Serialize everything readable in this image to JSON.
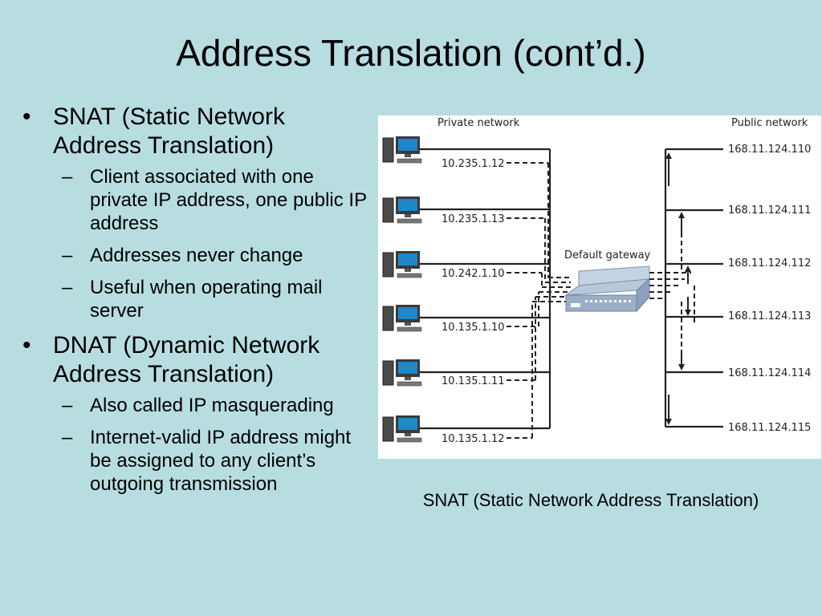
{
  "slide": {
    "title": "Address Translation (cont’d.)"
  },
  "bullets": [
    {
      "marker": "•",
      "text": "SNAT (Static Network Address Translation)",
      "subs": [
        {
          "marker": "–",
          "text": "Client associated with one private IP address, one public IP address"
        },
        {
          "marker": "–",
          "text": "Addresses never change"
        },
        {
          "marker": "–",
          "text": "Useful when operating mail server"
        }
      ]
    },
    {
      "marker": "•",
      "text": "DNAT (Dynamic Network Address Translation)",
      "subs": [
        {
          "marker": "–",
          "text": "Also called IP masquerading"
        },
        {
          "marker": "–",
          "text": "Internet-valid IP address might be assigned to any client’s outgoing transmission"
        }
      ]
    }
  ],
  "diagram": {
    "private_label": "Private network",
    "public_label": "Public network",
    "gateway_label": "Default gateway",
    "private_ips": [
      "10.235.1.12",
      "10.235.1.13",
      "10.242.1.10",
      "10.135.1.10",
      "10.135.1.11",
      "10.135.1.12"
    ],
    "public_ips": [
      "168.11.124.110",
      "168.11.124.111",
      "168.11.124.112",
      "168.11.124.113",
      "168.11.124.114",
      "168.11.124.115"
    ],
    "computer_icon": "desktop-computer-icon",
    "gateway_icon": "router-device-icon",
    "colors": {
      "monitor_screen": "#1e88c8",
      "gateway_body": "#9aaec8",
      "line": "#222222"
    }
  },
  "caption": "SNAT (Static Network Address Translation)"
}
